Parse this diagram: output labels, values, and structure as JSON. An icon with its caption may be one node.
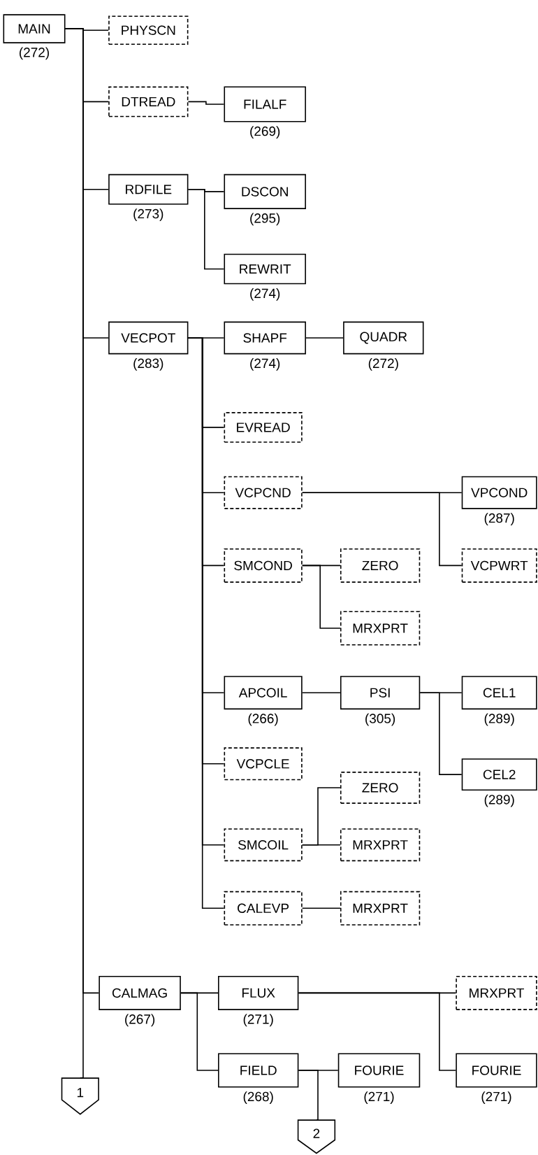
{
  "diagram": {
    "nodes": [
      {
        "text": [
          "MAIN"
        ],
        "beside": [
          "(272)"
        ]
      },
      {
        "text": [
          "PHYSCN"
        ]
      },
      {
        "text": [
          "DTREAD"
        ]
      },
      {
        "text": [
          "FILALF"
        ],
        "beside": [
          "(269)"
        ]
      },
      {
        "text": [
          "RDFILE"
        ],
        "beside": [
          "(273)"
        ]
      },
      {
        "text": [
          "DSCON"
        ],
        "beside": [
          "(295)"
        ]
      },
      {
        "text": [
          "REWRIT"
        ],
        "beside": [
          "(274)"
        ]
      },
      {
        "text": [
          "VECPOT"
        ],
        "beside": [
          "(283)"
        ]
      },
      {
        "text": [
          "SHAPF"
        ],
        "beside": [
          "(274)"
        ]
      },
      {
        "text": [
          "QUADR"
        ],
        "beside": [
          "(272)"
        ]
      },
      {
        "text": [
          "EVREAD"
        ]
      },
      {
        "text": [
          "VCPCND"
        ]
      },
      {
        "text": [
          "VPCOND"
        ],
        "beside": [
          "(287)"
        ]
      },
      {
        "text": [
          "SMCOND"
        ]
      },
      {
        "text": [
          "ZERO"
        ]
      },
      {
        "text": [
          "VCPWRT"
        ]
      },
      {
        "text": [
          "MRXPRT"
        ]
      },
      {
        "text": [
          "APCOIL"
        ],
        "beside": [
          "(266)"
        ]
      },
      {
        "text": [
          "PSI"
        ],
        "beside": [
          "(305)"
        ]
      },
      {
        "text": [
          "CEL1"
        ],
        "beside": [
          "(289)"
        ]
      },
      {
        "text": [
          "VCPCLE"
        ]
      },
      {
        "text": [
          "CEL2"
        ],
        "beside": [
          "(289)"
        ]
      },
      {
        "text": [
          "ZERO"
        ]
      },
      {
        "text": [
          "SMCOIL"
        ]
      },
      {
        "text": [
          "MRXPRT"
        ]
      },
      {
        "text": [
          "CALEVP"
        ]
      },
      {
        "text": [
          "MRXPRT"
        ]
      },
      {
        "text": [
          "CALMAG"
        ],
        "beside": [
          "(267)"
        ]
      },
      {
        "text": [
          "FLUX"
        ],
        "beside": [
          "(271)"
        ]
      },
      {
        "text": [
          "MRXPRT"
        ]
      },
      {
        "text": [
          "FIELD"
        ],
        "beside": [
          "(268)"
        ]
      },
      {
        "text": [
          "FOURIE"
        ],
        "beside": [
          "(271)"
        ]
      },
      {
        "text": [
          "FOURIE"
        ],
        "beside": [
          "(271)"
        ]
      },
      {
        "text": [
          "1"
        ]
      },
      {
        "text": [
          "2"
        ]
      }
    ],
    "edges": [
      {
        "from": 0,
        "to": 1,
        "arrow": "none"
      },
      {
        "from": 0,
        "to": 2,
        "arrow": "none"
      },
      {
        "from": 0,
        "to": 4,
        "arrow": "none"
      },
      {
        "from": 0,
        "to": 7,
        "arrow": "none"
      },
      {
        "from": 0,
        "to": 27,
        "arrow": "none"
      },
      {
        "from": 0,
        "to": 33,
        "arrow": "none"
      },
      {
        "from": 2,
        "to": 3,
        "arrow": "none"
      },
      {
        "from": 4,
        "to": 5,
        "arrow": "none"
      },
      {
        "from": 4,
        "to": 6,
        "arrow": "none"
      },
      {
        "from": 7,
        "to": 8,
        "arrow": "none"
      },
      {
        "from": 7,
        "to": 10,
        "arrow": "none"
      },
      {
        "from": 7,
        "to": 11,
        "arrow": "none"
      },
      {
        "from": 7,
        "to": 13,
        "arrow": "none"
      },
      {
        "from": 7,
        "to": 17,
        "arrow": "none"
      },
      {
        "from": 7,
        "to": 20,
        "arrow": "none"
      },
      {
        "from": 7,
        "to": 23,
        "arrow": "none"
      },
      {
        "from": 7,
        "to": 25,
        "arrow": "none"
      },
      {
        "from": 8,
        "to": 9,
        "arrow": "none"
      },
      {
        "from": 11,
        "to": 12,
        "arrow": "none"
      },
      {
        "from": 11,
        "to": 15,
        "arrow": "none"
      },
      {
        "from": 13,
        "to": 14,
        "arrow": "none"
      },
      {
        "from": 13,
        "to": 16,
        "arrow": "none"
      },
      {
        "from": 17,
        "to": 18,
        "arrow": "none"
      },
      {
        "from": 18,
        "to": 19,
        "arrow": "none"
      },
      {
        "from": 18,
        "to": 21,
        "arrow": "none"
      },
      {
        "from": 23,
        "to": 22,
        "arrow": "none"
      },
      {
        "from": 23,
        "to": 24,
        "arrow": "none"
      },
      {
        "from": 25,
        "to": 26,
        "arrow": "none"
      },
      {
        "from": 27,
        "to": 28,
        "arrow": "none"
      },
      {
        "from": 27,
        "to": 30,
        "arrow": "none"
      },
      {
        "from": 28,
        "to": 29,
        "arrow": "none"
      },
      {
        "from": 28,
        "to": 32,
        "arrow": "none"
      },
      {
        "from": 30,
        "to": 31,
        "arrow": "none"
      },
      {
        "from": 30,
        "to": 34,
        "arrow": "none"
      }
    ]
  }
}
